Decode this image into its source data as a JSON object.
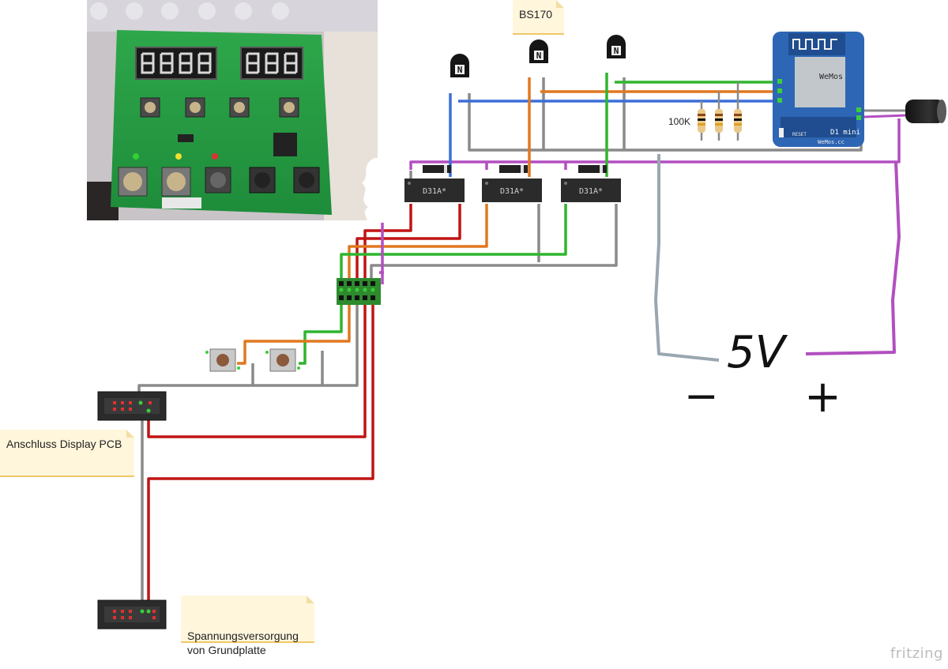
{
  "notes": {
    "bs170": "BS170",
    "display": "Anschluss Display PCB",
    "power": "Spannungsversorgung\nvon Grundplatte"
  },
  "resistor_label": "100K",
  "ic_labels": [
    "D31A*",
    "D31A*",
    "D31A*"
  ],
  "transistor_marks": [
    "N",
    "N",
    "N"
  ],
  "wemos": {
    "brand": "WeMos",
    "model": "D1 mini",
    "site": "WeMos.cc",
    "reset": "RESET"
  },
  "supply": {
    "voltage": "5V",
    "minus": "−",
    "plus": "+"
  },
  "app_brand": "fritzing",
  "wire_colors": {
    "blue": "#3b6fd6",
    "orange": "#e07820",
    "green": "#2fb52f",
    "gray": "#8a8a8a",
    "red": "#c01414",
    "purple": "#b24fc0",
    "steel": "#9aa7b0"
  }
}
